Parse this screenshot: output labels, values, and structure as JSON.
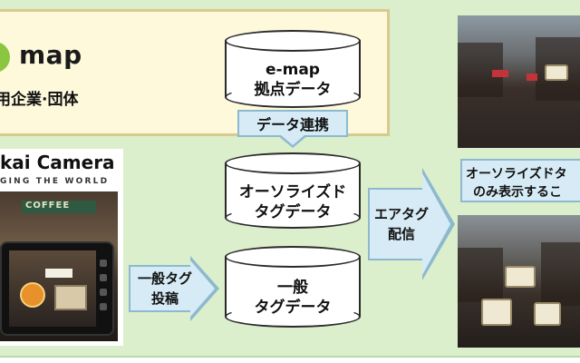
{
  "colors": {
    "panel_bg": "#dcefcc",
    "emap_box_bg": "#fff9dc",
    "emap_logo_green": "#8ac63f",
    "callout_fill": "#d6ebf5",
    "callout_border": "#8db9cf",
    "drum_stroke": "#2a2a2a"
  },
  "emap": {
    "logo_text": "map",
    "subtitle": "用企業·団体"
  },
  "sekai": {
    "title": "kai Camera",
    "subtitle": "GING THE WORLD",
    "photo_sign": "COFFEE"
  },
  "databases": {
    "emap": {
      "line1": "e-map",
      "line2": "拠点データ"
    },
    "authorized": {
      "line1": "オーソライズド",
      "line2": "タグデータ"
    },
    "general": {
      "line1": "一般",
      "line2": "タグデータ"
    }
  },
  "callouts": {
    "data_link": "データ連携",
    "general_post": {
      "line1": "一般タグ",
      "line2": "投稿"
    },
    "air_tag": {
      "line1": "エアタグ",
      "line2": "配信"
    },
    "authorized_only": {
      "line1": "オーソライズドタ",
      "line2": "のみ表示するこ"
    }
  },
  "icons": {
    "emap_logo": "green-circle-logo-icon",
    "phone": "smartphone-icon"
  }
}
